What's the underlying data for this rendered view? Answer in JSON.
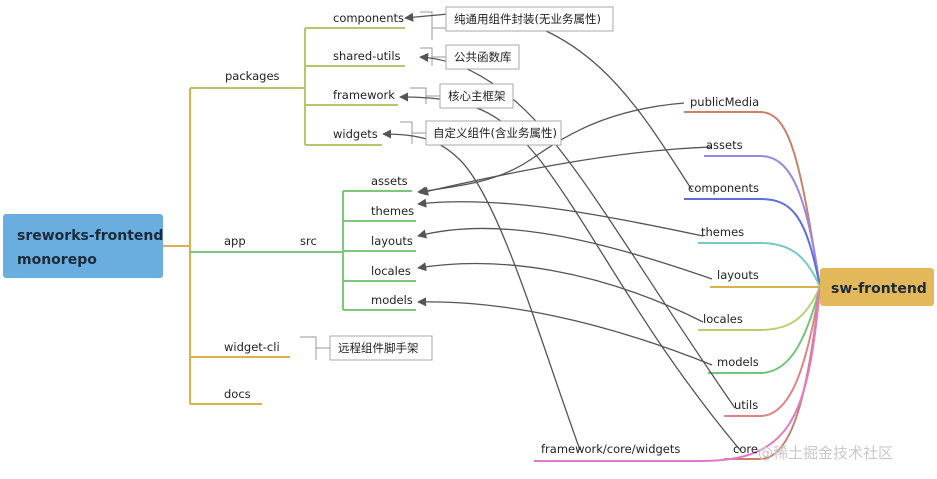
{
  "root": {
    "line1": "sreworks-frontend",
    "line2": "monorepo",
    "color": "#6aaee0"
  },
  "packages": {
    "label": "packages",
    "components": "components",
    "shared_utils": "shared-utils",
    "framework": "framework",
    "widgets": "widgets",
    "color": "#b5c76a"
  },
  "app": {
    "label": "app",
    "src": "src",
    "assets": "assets",
    "themes": "themes",
    "layouts": "layouts",
    "locales": "locales",
    "models": "models",
    "color": "#7dc67a"
  },
  "widget_cli": {
    "label": "widget-cli",
    "note": "远程组件脚手架"
  },
  "docs": {
    "label": "docs"
  },
  "trunk_color": "#d9b24d",
  "notes": {
    "components": "纯通用组件封装(无业务属性)",
    "shared_utils": "公共函数库",
    "framework": "核心主框架",
    "widgets": "自定义组件(含业务属性)"
  },
  "sw": {
    "title": "sw-frontend",
    "color": "#e2b85a",
    "items": [
      {
        "label": "publicMedia",
        "color": "#c9806e"
      },
      {
        "label": "assets",
        "color": "#9b86e0"
      },
      {
        "label": "components",
        "color": "#5c6fd8"
      },
      {
        "label": "themes",
        "color": "#74c9c9"
      },
      {
        "label": "layouts",
        "color": "#d9b24d"
      },
      {
        "label": "locales",
        "color": "#b8cf70"
      },
      {
        "label": "models",
        "color": "#72c47c"
      },
      {
        "label": "utils",
        "color": "#d98585"
      },
      {
        "label": "core",
        "color": "#c9806e"
      }
    ],
    "framework_core_widgets": {
      "label": "framework/core/widgets",
      "color": "#e07ac8"
    }
  },
  "watermark": "@稀土掘金技术社区"
}
